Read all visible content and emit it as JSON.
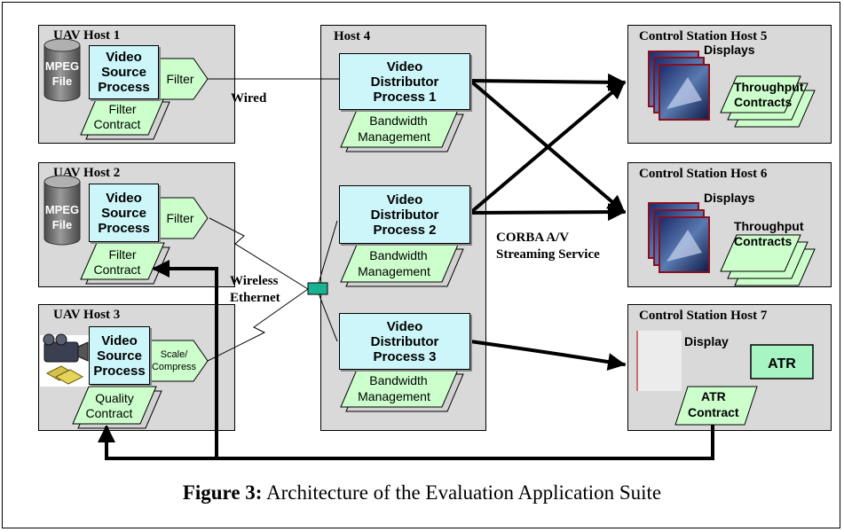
{
  "hosts": {
    "uav1": {
      "title": "UAV Host 1",
      "process": "Video\nSource\nProcess",
      "file_top": "MPEG",
      "file_bottom": "File",
      "out_label": "Filter",
      "contract_top": "Filter",
      "contract_bottom": "Contract"
    },
    "uav2": {
      "title": "UAV Host 2",
      "process": "Video\nSource\nProcess",
      "file_top": "MPEG",
      "file_bottom": "File",
      "out_label": "Filter",
      "contract_top": "Filter",
      "contract_bottom": "Contract"
    },
    "uav3": {
      "title": "UAV Host 3",
      "process": "Video\nSource\nProcess",
      "out_label_top": "Scale/",
      "out_label_bottom": "Compress",
      "contract_top": "Quality",
      "contract_bottom": "Contract"
    },
    "host4": {
      "title": "Host 4",
      "distributors": [
        {
          "label": "Video\nDistributor\nProcess 1",
          "mgmt_top": "Bandwidth",
          "mgmt_bottom": "Management"
        },
        {
          "label": "Video\nDistributor\nProcess 2",
          "mgmt_top": "Bandwidth",
          "mgmt_bottom": "Management"
        },
        {
          "label": "Video\nDistributor\nProcess 3",
          "mgmt_top": "Bandwidth",
          "mgmt_bottom": "Management"
        }
      ]
    },
    "cs5": {
      "title": "Control Station  Host 5",
      "display_label": "Displays",
      "contract_top": "Throughput",
      "contract_bottom": "Contracts"
    },
    "cs6": {
      "title": "Control Station  Host 6",
      "display_label": "Displays",
      "contract_top": "Throughput",
      "contract_bottom": "Contracts"
    },
    "cs7": {
      "title": "Control Station  Host 7",
      "display_label": "Display",
      "atr_label": "ATR",
      "contract_top": "ATR",
      "contract_bottom": "Contract"
    }
  },
  "links": {
    "wired": "Wired",
    "wireless_top": "Wireless",
    "wireless_bottom": "Ethernet",
    "corba_top": "CORBA A/V",
    "corba_bottom": "Streaming Service"
  },
  "caption": {
    "label": "Figure 3:",
    "text": " Architecture of the Evaluation Application Suite"
  },
  "colors": {
    "host_bg": "#d9d9d9",
    "process_bg": "#ccf6fa",
    "contract_bg": "#ccffcc",
    "hub": "#19b394",
    "atr_bg": "#a6f5c2"
  }
}
